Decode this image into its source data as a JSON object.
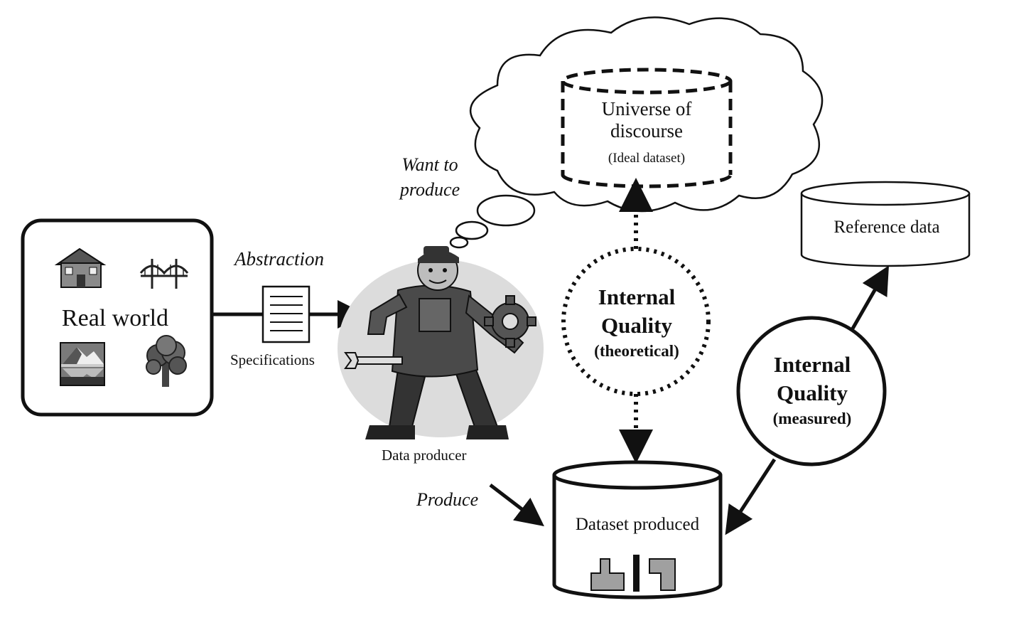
{
  "real_world": {
    "label": "Real world"
  },
  "flow": {
    "abstraction": "Abstraction",
    "specifications": "Specifications",
    "want_to_produce": "Want to\nproduce",
    "data_producer": "Data producer",
    "produce": "Produce"
  },
  "universe": {
    "title": "Universe of\ndiscourse",
    "subtitle": "(Ideal dataset)"
  },
  "internal_quality_theoretical": {
    "title": "Internal\nQuality",
    "subtitle": "(theoretical)"
  },
  "internal_quality_measured": {
    "title": "Internal\nQuality",
    "subtitle": "(measured)"
  },
  "reference_data": {
    "label": "Reference data"
  },
  "dataset_produced": {
    "label": "Dataset produced"
  },
  "colors": {
    "ink": "#111111",
    "fill_light": "#d9d9d9",
    "fill_mid": "#9a9a9a",
    "fill_dark": "#3a3a3a"
  }
}
